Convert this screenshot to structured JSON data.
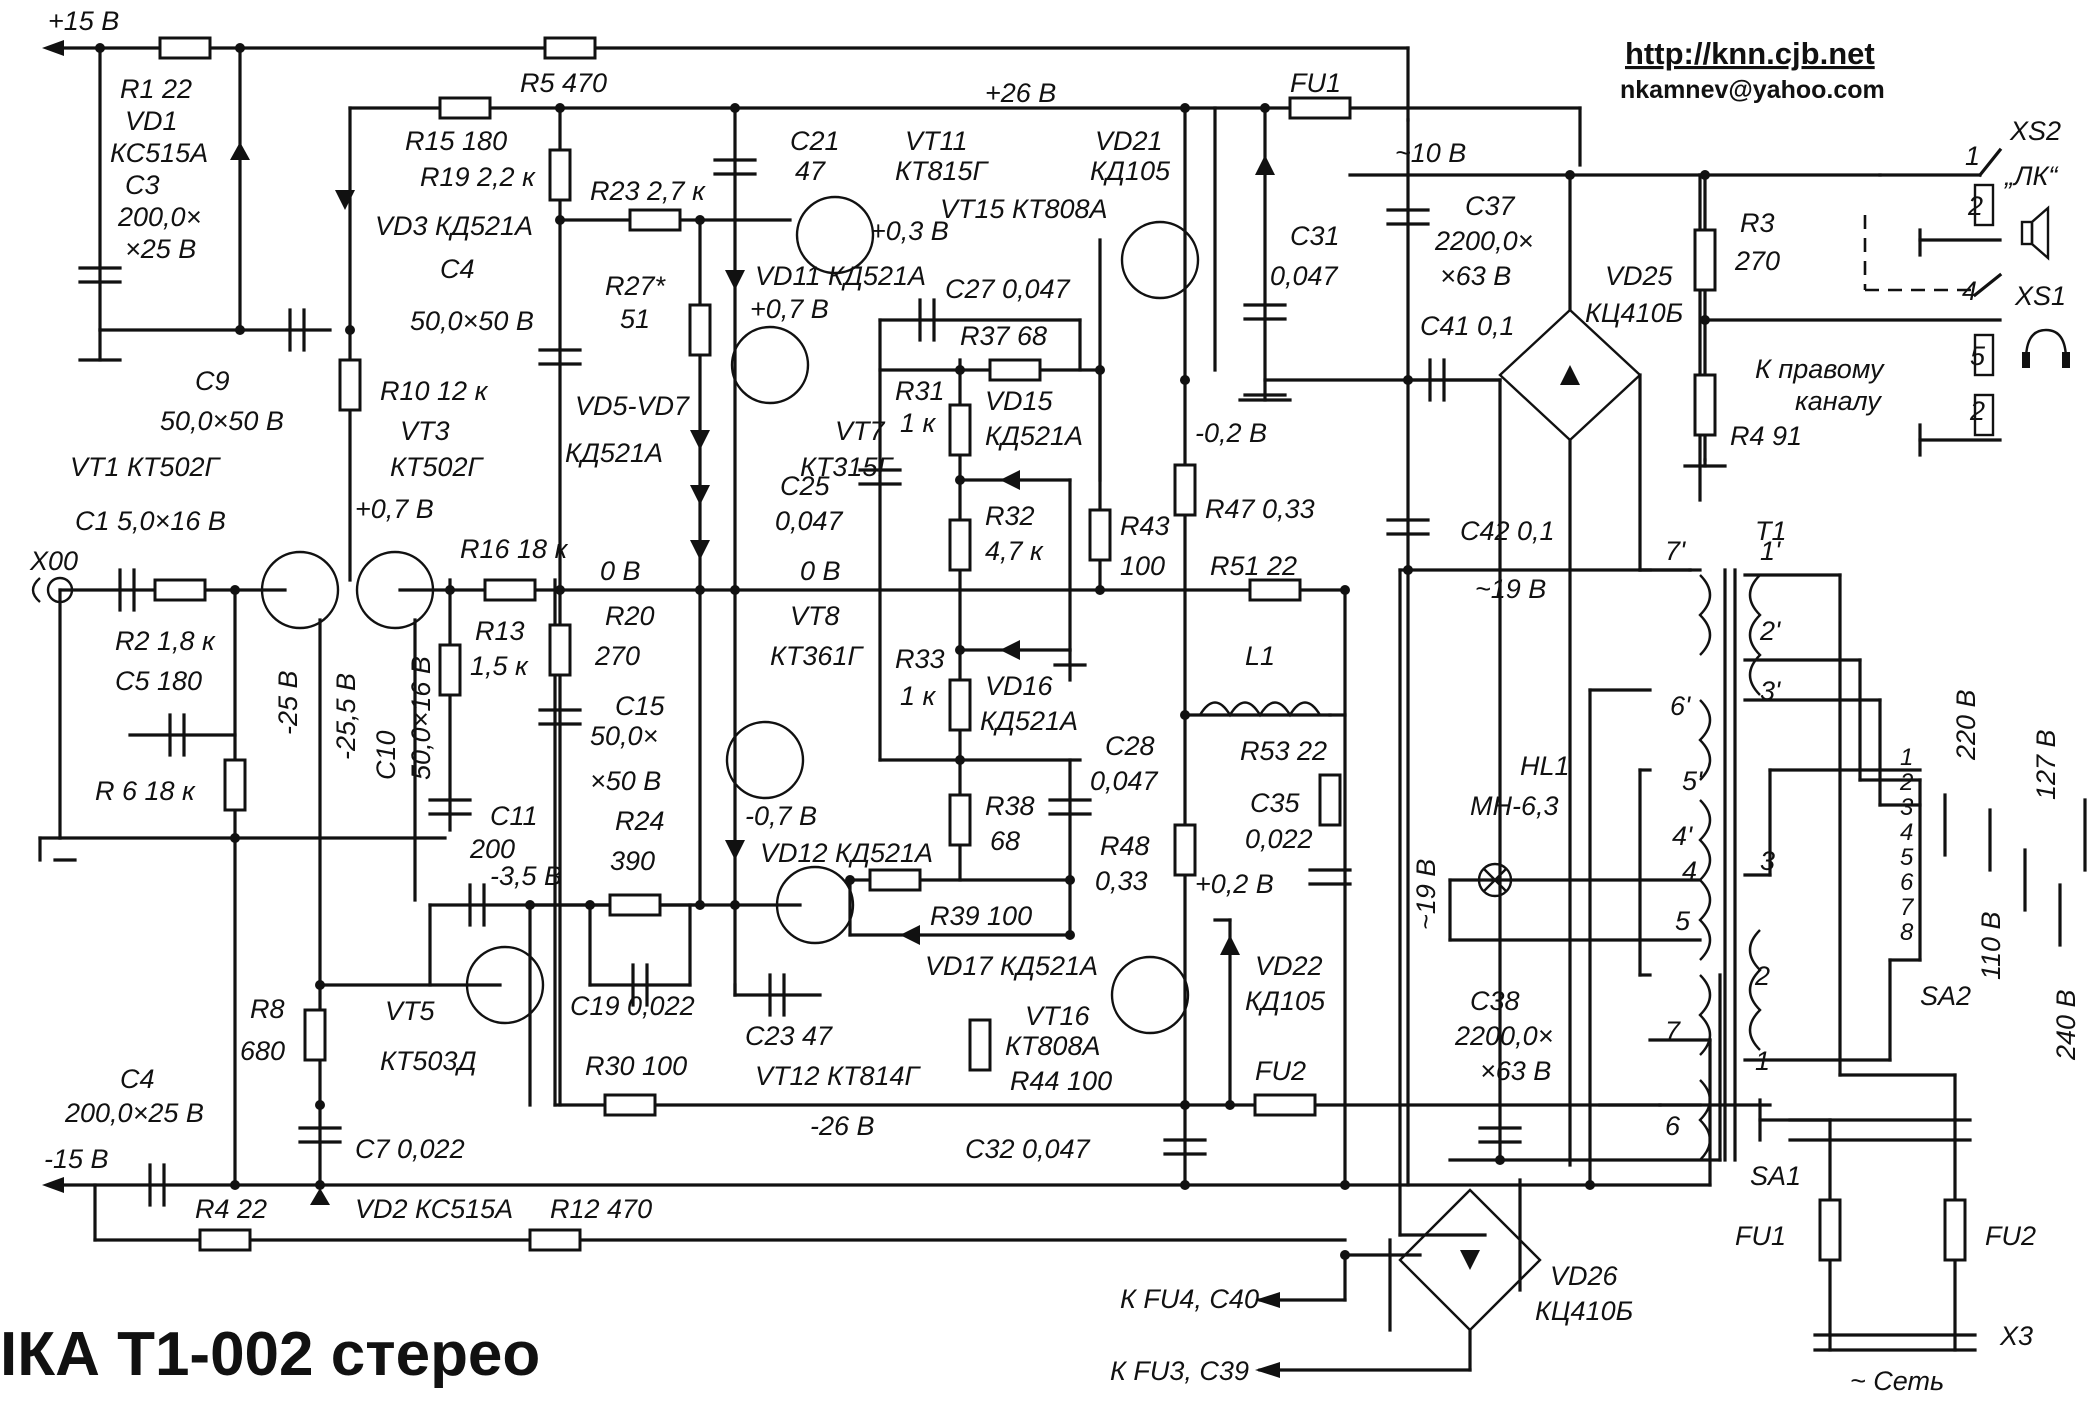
{
  "header": {
    "url": "http://knn.cjb.net",
    "email": "nkamnev@yahoo.com"
  },
  "title": "ІКА Т1-002 стерео",
  "rails": {
    "plus15": "+15 В",
    "minus15": "-15 В",
    "plus26": "+26 В",
    "minus26": "-26 В",
    "ac10": "~10 В",
    "ac19a": "~19 В",
    "ac19b": "~19 В",
    "zero1": "0 В",
    "zero2": "0 В"
  },
  "voltages": {
    "v1": "+0,7 В",
    "v2": "+0,3 В",
    "v3": "+0,7 В",
    "v4": "-0,2 В",
    "v5": "-0,7 В",
    "v6": "-3,5 В",
    "v7": "+0,2 В",
    "v8": "-25 В",
    "v9": "-25,5 В"
  },
  "components": {
    "r1": "R1 22",
    "vd1a": "VD1",
    "vd1b": "КС515А",
    "c3a": "C3",
    "c3b": "200,0×",
    "c3c": "×25 В",
    "r5": "R5 470",
    "r15": "R15 180",
    "r19": "R19 2,2 к",
    "r23": "R23 2,7 к",
    "c21a": "C21",
    "c21b": "47",
    "vt11a": "VT11",
    "vt11b": "КТ815Г",
    "vd21a": "VD21",
    "vd21b": "КД105",
    "vt15": "VT15 КТ808А",
    "vd3": "VD3 КД521А",
    "c4a": "C4",
    "c4b": "50,0×50 В",
    "r27a": "R27*",
    "r27b": "51",
    "vd11": "VD11 КД521А",
    "c27": "C27 0,047",
    "r37": "R37 68",
    "c31a": "C31",
    "c31b": "0,047",
    "fu1": "FU1",
    "c9a": "C9",
    "c9b": "50,0×50 В",
    "r10": "R10 12 к",
    "vt3a": "VT3",
    "vt3b": "КТ502Г",
    "vt1": "VT1 КТ502Г",
    "vd5": "VD5-VD7",
    "vd5b": "КД521А",
    "vt7a": "VT7",
    "vt7b": "КТ315Г",
    "r31a": "R31",
    "r31b": "1 к",
    "vd15": "VD15",
    "vd15b": "КД521А",
    "c25a": "C25",
    "c25b": "0,047",
    "r32a": "R32",
    "r32b": "4,7 к",
    "r43a": "R43",
    "r43b": "100",
    "r47": "R47 0,33",
    "c1": "C1 5,0×16 В",
    "x00": "X00",
    "r2": "R2 1,8 к",
    "c5": "C5 180",
    "r6": "R 6 18 к",
    "r16": "R16 18 к",
    "r13a": "R13",
    "r13b": "1,5 к",
    "c10a": "C10",
    "c10b": "50,0×16 В",
    "r20a": "R20",
    "r20b": "270",
    "c15a": "C15",
    "c15b": "50,0×",
    "c15c": "×50 В",
    "vt8a": "VT8",
    "vt8b": "КТ361Г",
    "r33a": "R33",
    "r33b": "1 к",
    "vd16": "VD16",
    "vd16b": "КД521А",
    "c28a": "C28",
    "c28b": "0,047",
    "r51": "R51 22",
    "l1": "L1",
    "r53": "R53 22",
    "c35a": "C35",
    "c35b": "0,022",
    "c11a": "C11",
    "c11b": "200",
    "r24a": "R24",
    "r24b": "390",
    "vd12": "VD12 КД521А",
    "r38a": "R38",
    "r38b": "68",
    "r48a": "R48",
    "r48b": "0,33",
    "r39": "R39 100",
    "vd17": "VD17 КД521А",
    "vd22a": "VD22",
    "vd22b": "КД105",
    "vt5a": "VT5",
    "vt5b": "КТ503Д",
    "r8a": "R8",
    "r8b": "680",
    "c19": "C19 0,022",
    "c23": "C23 47",
    "vt12": "VT12 КТ814Г",
    "vt16a": "VT16",
    "vt16b": "КТ808А",
    "r44": "R44 100",
    "r30": "R30 100",
    "fu2": "FU2",
    "c4r": "C4",
    "c4rb": "200,0×25 В",
    "c7": "C7 0,022",
    "c32": "C32 0,047",
    "r4": "R4 22",
    "vd2": "VD2 КС515А",
    "r12": "R12 470",
    "c37a": "C37",
    "c37b": "2200,0×",
    "c37c": "×63 В",
    "c41": "C41 0,1",
    "c42": "C42 0,1",
    "vd25a": "VD25",
    "vd25b": "КЦ410Б",
    "r3a": "R3",
    "r3b": "270",
    "r4b": "R4 91",
    "xs2a": "XS2",
    "xs2b": "„ЛК“",
    "xs1": "XS1",
    "right1": "К правому",
    "right2": "каналу",
    "t1": "T1",
    "hl1a": "HL1",
    "hl1b": "МН-6,3",
    "c38a": "C38",
    "c38b": "2200,0×",
    "c38c": "×63 В",
    "sa2": "SA2",
    "sa1": "SA1",
    "fu1m": "FU1",
    "fu2m": "FU2",
    "x3": "X3",
    "mains": "~ Сеть",
    "vd26a": "VD26",
    "vd26b": "КЦ410Б",
    "kfu4": "К FU4, C40",
    "kfu3": "К FU3, C39"
  },
  "pins": {
    "p7p": "7'",
    "p1p": "1'",
    "p2p": "2'",
    "p3p": "3'",
    "p6p": "6'",
    "p5p": "5'",
    "p4p": "4'",
    "p4": "4",
    "p5": "5",
    "p7": "7",
    "p6": "6",
    "p3": "3",
    "p2": "2",
    "p1": "1",
    "s1": "1",
    "s2": "2",
    "s3": "3",
    "s4": "4",
    "s5": "5",
    "s6": "6",
    "s7": "7",
    "s8": "8",
    "xs2_1": "1",
    "xs2_2": "2",
    "xs1_4": "4",
    "xs1_5": "5",
    "xs1_2": "2"
  },
  "taps": {
    "t220": "220 В",
    "t127": "127 В",
    "t110": "110 В",
    "t240": "240 В"
  }
}
